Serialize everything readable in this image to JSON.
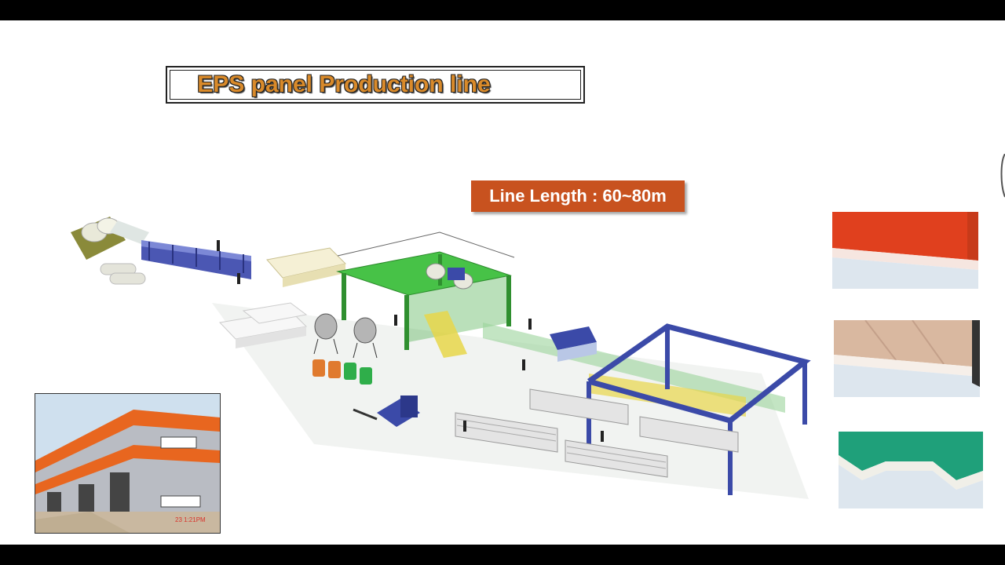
{
  "title": "EPS panel Production line",
  "line_length_label": "Line Length : 60~80m",
  "building_photo": {
    "timestamp": "23  1:21PM"
  },
  "colors": {
    "title_text": "#d98a2a",
    "badge_bg": "#c8521f",
    "panel_red": "#e0401e",
    "panel_beige": "#d9b8a0",
    "panel_green": "#1fa07a",
    "machine_green": "#3fbf3f",
    "machine_blue": "#3b4aa8"
  }
}
